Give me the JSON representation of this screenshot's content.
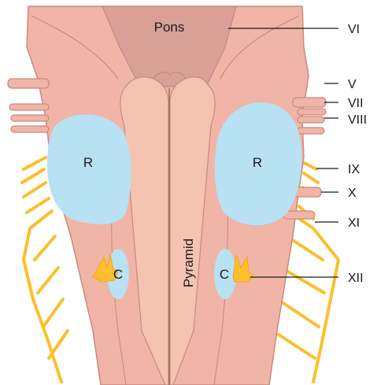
{
  "labels": {
    "pons": "Pons",
    "pyramid": "Pyramid",
    "reticular_left": "R",
    "reticular_right": "R",
    "nucleus_left": "C",
    "nucleus_right": "C"
  },
  "nerve_labels": [
    "VI",
    "V",
    "VII",
    "VIII",
    "IX",
    "X",
    "XI",
    "XII"
  ],
  "colors": {
    "tissue": "#f0b5a6",
    "tissue_dark": "#cf8e82",
    "pons": "#d8a097",
    "pyramid": "#f4c4b0",
    "region_blue": "#b8e1f3",
    "nerve_yellow": "#fcbf2c",
    "outline": "#a86a60"
  }
}
